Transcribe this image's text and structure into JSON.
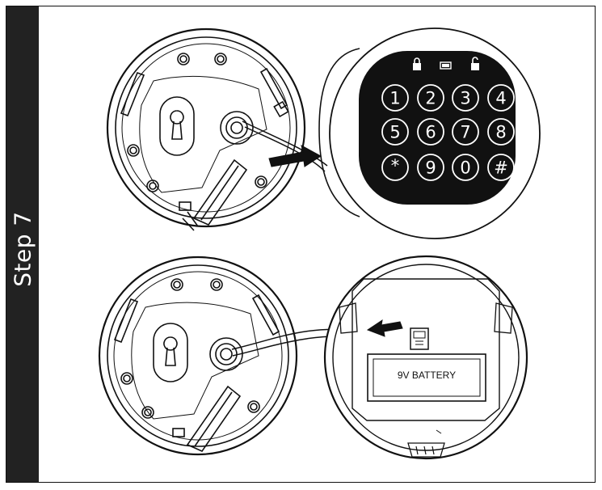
{
  "step": {
    "label": "Step 7"
  },
  "keypad": {
    "indicators": [
      "lock-closed-icon",
      "battery-icon",
      "lock-open-icon"
    ],
    "keys": [
      "1",
      "2",
      "3",
      "4",
      "5",
      "6",
      "7",
      "8",
      "*",
      "9",
      "0",
      "#"
    ]
  },
  "battery": {
    "label": "9V BATTERY"
  },
  "colors": {
    "sidebar": "#222222",
    "ink": "#111111",
    "keypad_face": "#111111"
  }
}
